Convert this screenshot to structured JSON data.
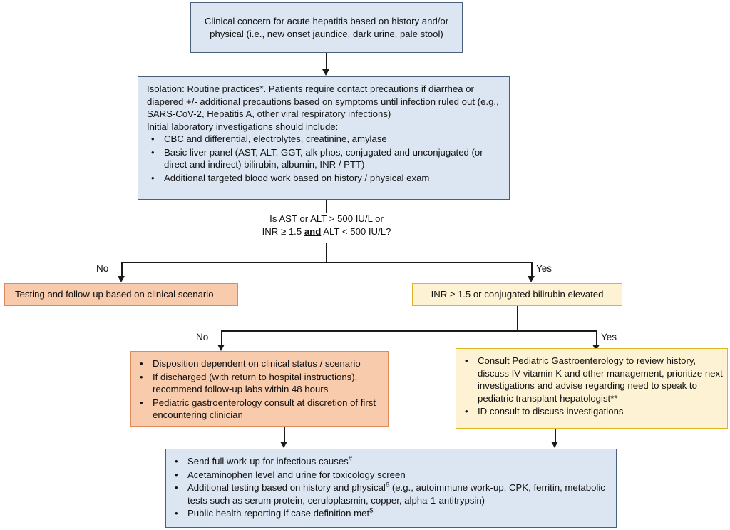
{
  "diagram": {
    "title": "Acute hepatitis clinical pathway flowchart",
    "colors": {
      "blue_fill": "#dce6f2",
      "blue_border": "#4a5e7d",
      "orange_fill": "#f8cbad",
      "orange_border": "#e08a5a",
      "yellow_fill": "#fdf3d4",
      "yellow_border": "#e0b520",
      "line": "#1a1a1a"
    },
    "nodes": {
      "clinical_concern": {
        "text": "Clinical concern for acute hepatitis based on history and/or physical (i.e., new onset jaundice, dark urine, pale stool)"
      },
      "isolation": {
        "line1": "Isolation: Routine practices*. Patients require contact precautions if diarrhea or diapered +/- additional precautions based on symptoms until infection ruled out (e.g., SARS-CoV-2, Hepatitis A, other viral respiratory infections)",
        "line2": "Initial laboratory investigations should include:",
        "bullets": [
          "CBC and differential, electrolytes, creatinine, amylase",
          "Basic liver panel (AST, ALT, GGT, alk phos, conjugated and unconjugated (or direct and indirect) bilirubin, albumin, INR / PTT)",
          "Additional targeted blood work based on history / physical exam"
        ]
      },
      "decision_1": {
        "line1": "Is AST or ALT > 500 IU/L or",
        "line2_pre": "INR ≥ 1.5 ",
        "line2_emph": "and",
        "line2_post": " ALT < 500 IU/L?"
      },
      "testing_followup": {
        "text": "Testing and follow-up based on clinical scenario"
      },
      "inr_elevated": {
        "text": "INR ≥ 1.5 or conjugated bilirubin elevated"
      },
      "disposition": {
        "bullets": [
          "Disposition dependent on clinical status / scenario",
          "If discharged (with return to hospital instructions), recommend follow-up labs within 48 hours",
          "Pediatric gastroenterology consult at discretion of first encountering clinician"
        ]
      },
      "consult_gi": {
        "bullets": [
          "Consult Pediatric Gastroenterology to review history, discuss IV vitamin K and other management, prioritize next investigations and advise regarding need to speak to pediatric transplant hepatologist**",
          "ID consult to discuss investigations"
        ]
      },
      "workup": {
        "bullets": [
          "Send full work-up for infectious causes#",
          "Acetaminophen level and urine for toxicology screen",
          "Additional testing based on history and physical6 (e.g., autoimmune work-up, CPK, ferritin, metabolic tests such as serum protein, ceruloplasmin, copper, alpha-1-antitrypsin)",
          "Public health reporting if case definition met$"
        ],
        "bullet_1_main": "Send full work-up for infectious causes",
        "bullet_1_sup": "#",
        "bullet_3_pre": "Additional testing based on history and physical",
        "bullet_3_sup": "6",
        "bullet_3_post": " (e.g., autoimmune work-up, CPK, ferritin, metabolic tests such as serum protein, ceruloplasmin, copper, alpha-1-antitrypsin)",
        "bullet_4_main": "Public health reporting if case definition met",
        "bullet_4_sup": "$"
      }
    },
    "branch_labels": {
      "level1_no": "No",
      "level1_yes": "Yes",
      "level2_no": "No",
      "level2_yes": "Yes"
    }
  }
}
